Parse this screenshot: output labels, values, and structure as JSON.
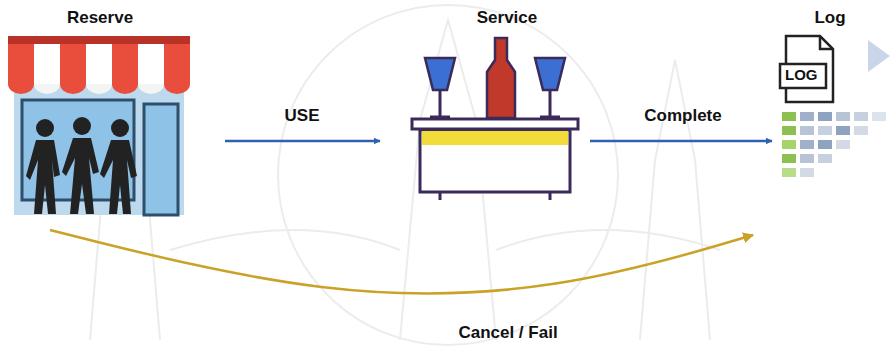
{
  "diagram": {
    "nodes": [
      {
        "text": [
          "Reserve"
        ]
      },
      {
        "text": [
          "Service"
        ]
      },
      {
        "text": [
          "Log"
        ]
      }
    ],
    "edges": [
      {
        "from": 0,
        "to": 1,
        "label": "USE",
        "arrow": "to"
      },
      {
        "from": 1,
        "to": 2,
        "label": "Complete",
        "arrow": "to"
      },
      {
        "from": 0,
        "to": 2,
        "label": "Cancel / Fail",
        "arrow": "to"
      }
    ],
    "labels": [
      "LOG"
    ]
  }
}
